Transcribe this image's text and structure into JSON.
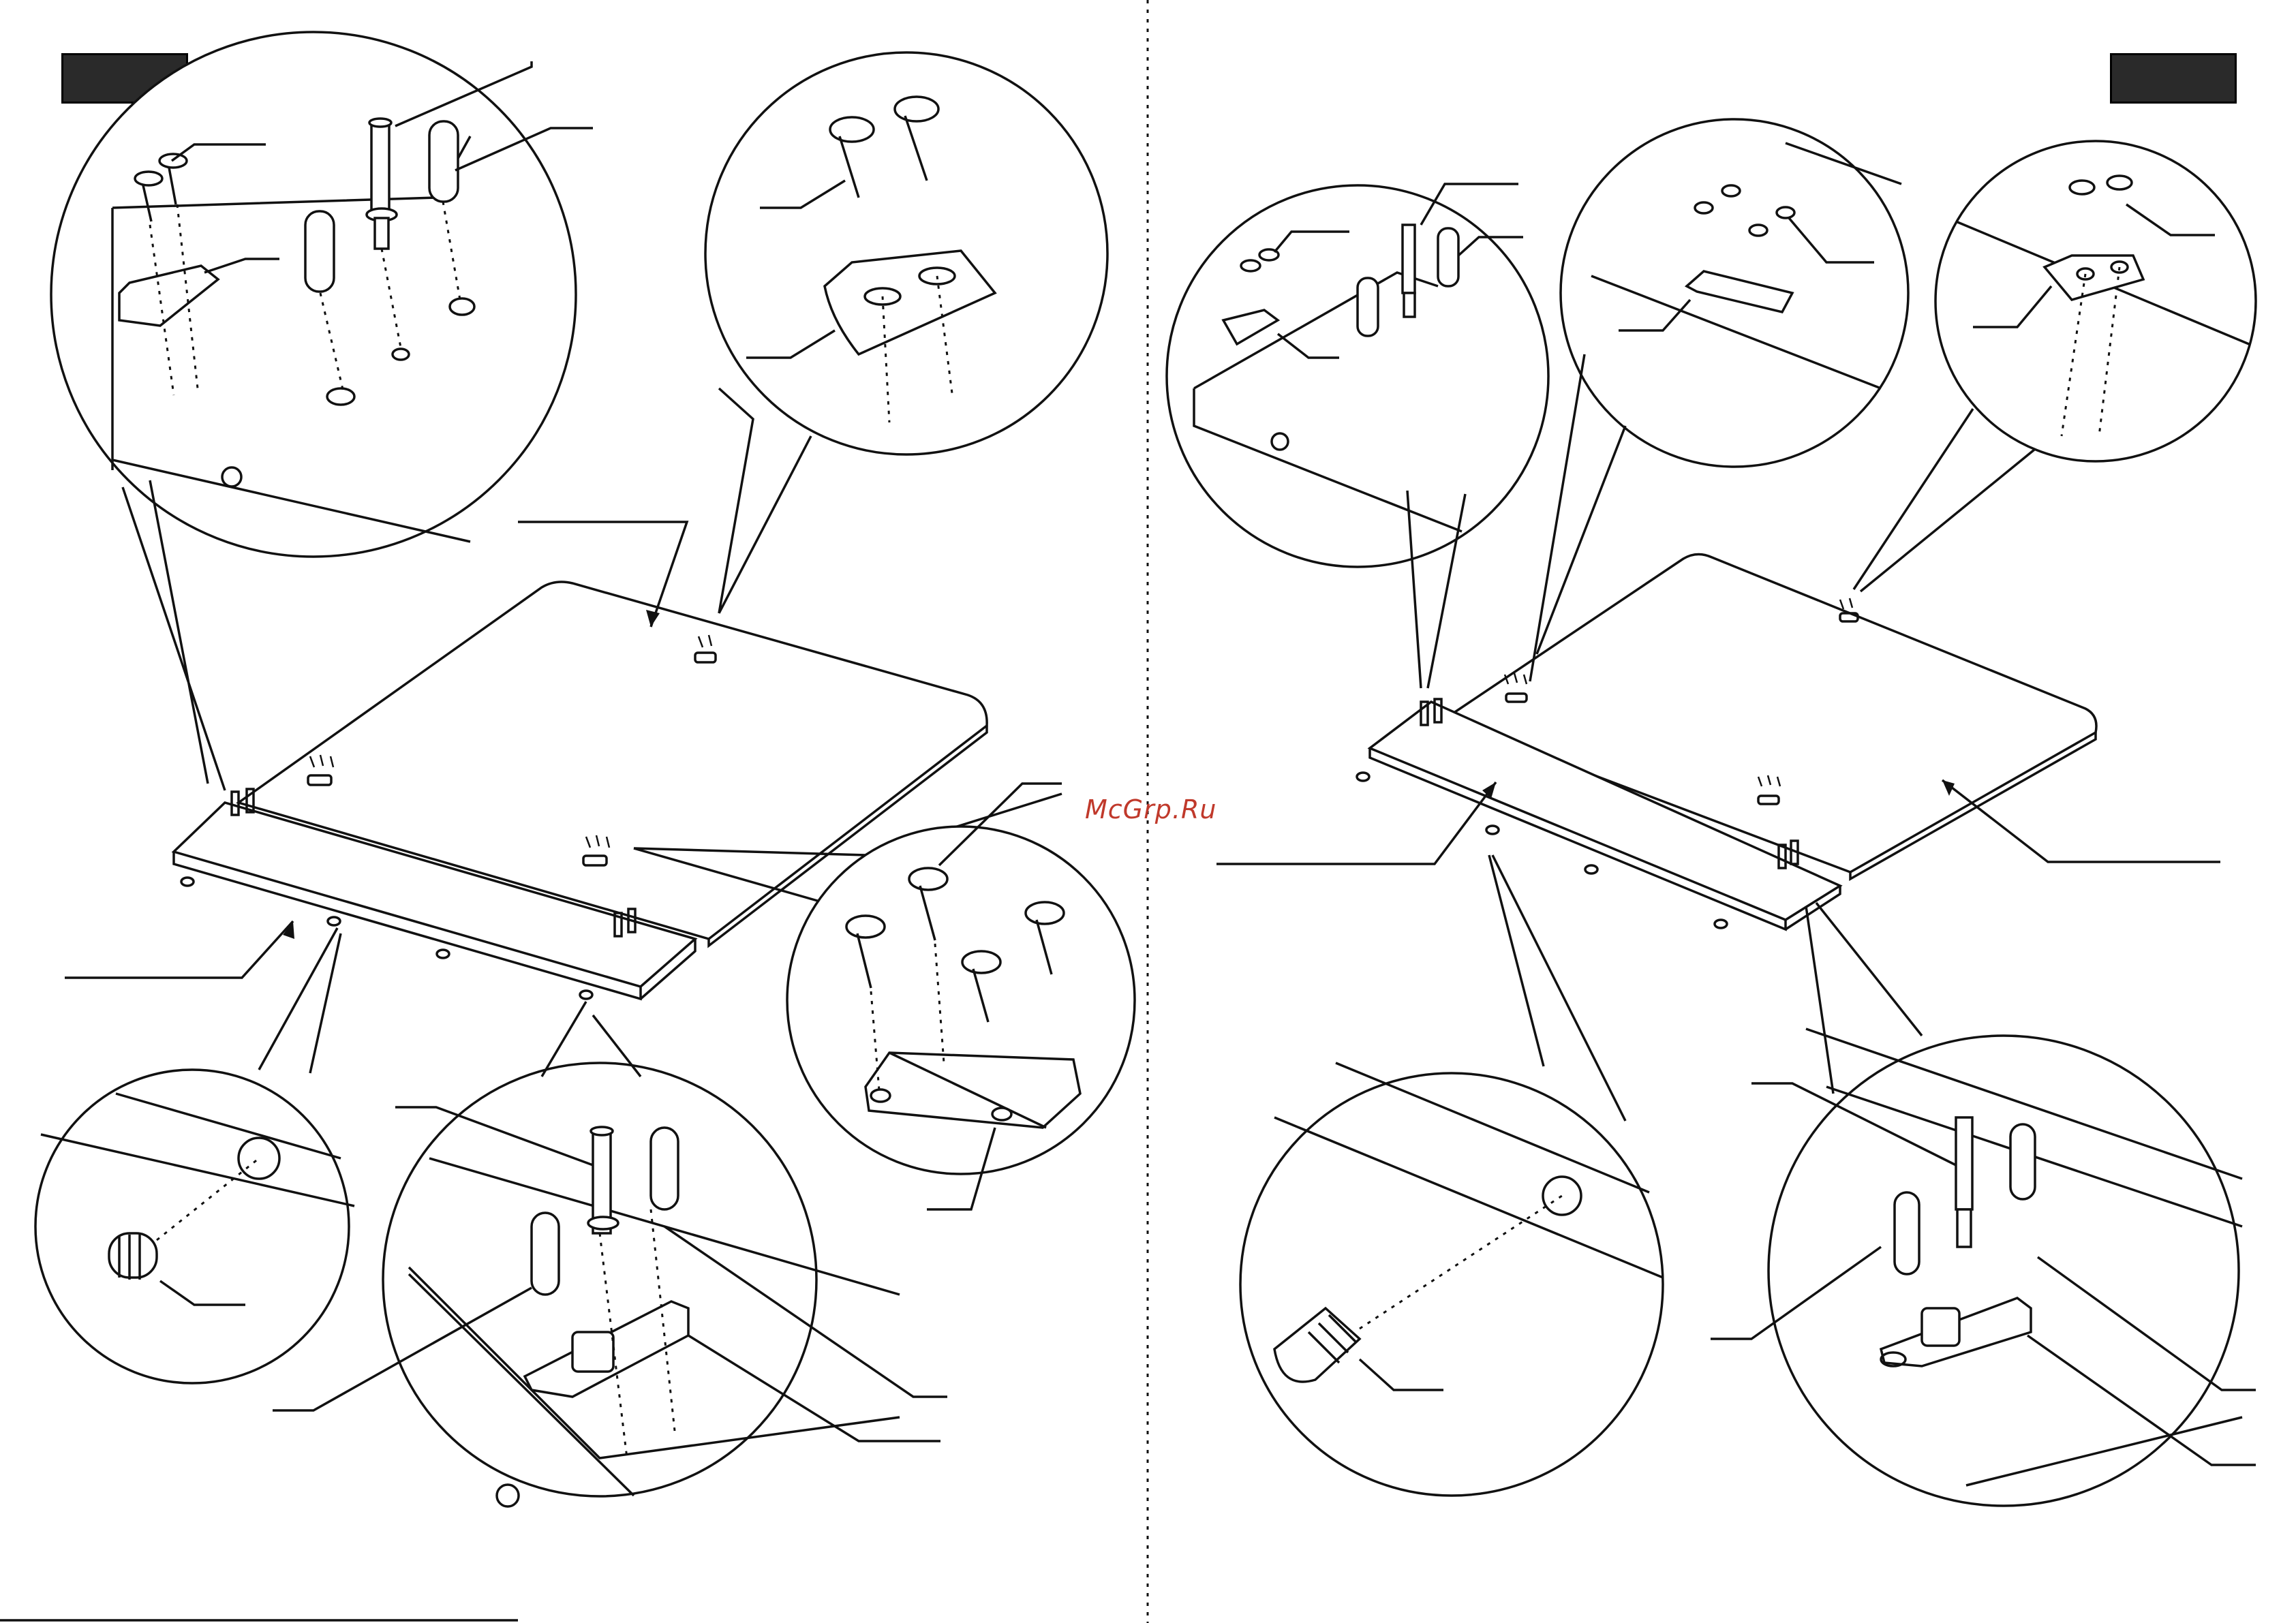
{
  "watermark": {
    "text": "McGrp.Ru"
  },
  "steps": [
    {
      "side": "left",
      "badge_color": "#2a2a2a"
    },
    {
      "side": "right",
      "badge_color": "#2a2a2a"
    }
  ],
  "colors": {
    "line": "#111111",
    "background": "#ffffff",
    "watermark": "#c0392b"
  },
  "icons": [
    "screw-icon",
    "dowel-icon",
    "cam-bolt-icon",
    "hinge-icon",
    "bracket-icon",
    "foot-pad-icon",
    "cam-lock-icon"
  ]
}
